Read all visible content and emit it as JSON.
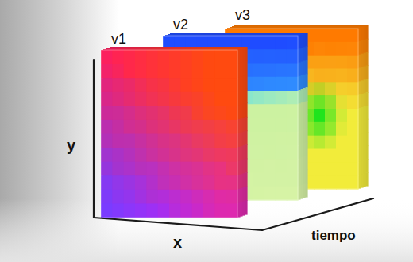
{
  "diagram": {
    "labels": [
      "v1",
      "v2",
      "v3",
      "y",
      "x",
      "tiempo"
    ]
  }
}
